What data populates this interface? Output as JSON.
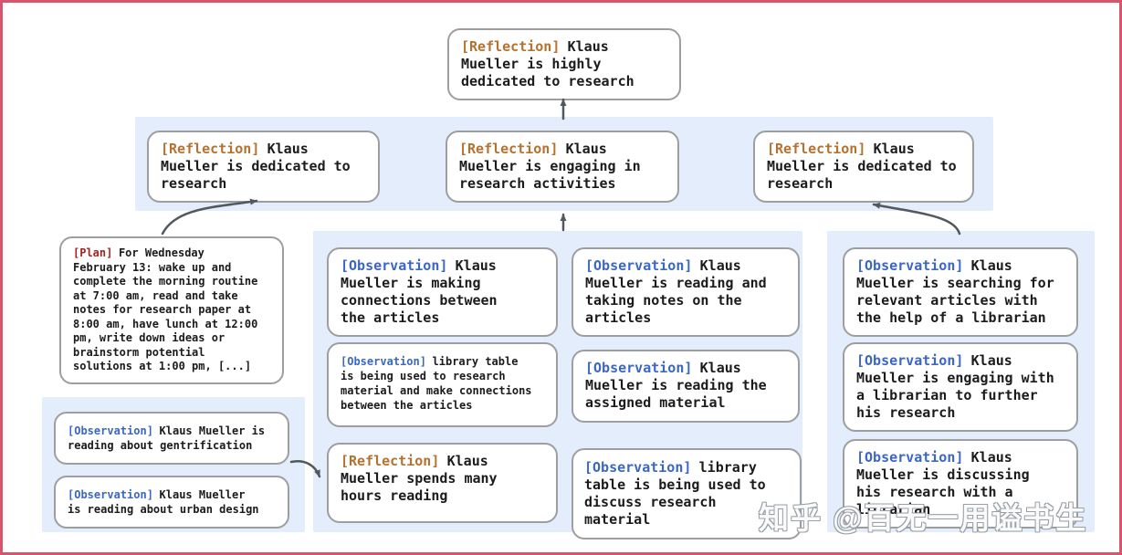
{
  "watermark": "知乎 @百无一用谥书生",
  "colors": {
    "frame_red": "#d6556a",
    "panel_blue": "#e3edfb",
    "node_border_gray": "#9e9e9e",
    "reflection_tag": "#b5722f",
    "observation_tag": "#3b66c4",
    "plan_tag": "#a0251f",
    "arrow_gray": "#53585d"
  },
  "nodes": {
    "root": {
      "tag": "[Reflection]",
      "text": "Klaus\nMueller is highly\ndedicated to research"
    },
    "l2_left": {
      "tag": "[Reflection]",
      "text": "Klaus\nMueller is dedicated to\nresearch"
    },
    "l2_mid": {
      "tag": "[Reflection]",
      "text": "Klaus\nMueller is engaging in\nresearch activities"
    },
    "l2_right": {
      "tag": "[Reflection]",
      "text": "Klaus\nMueller is dedicated to\nresearch"
    },
    "plan": {
      "tag": "[Plan]",
      "text": "For Wednesday\nFebruary 13: wake up and\ncomplete the morning routine\nat 7:00 am, read and take\nnotes for research paper at\n8:00 am, have lunch at 12:00\npm, write down ideas or\nbrainstorm potential\nsolutions at 1:00 pm, [...]"
    },
    "obs_gentrification": {
      "tag": "[Observation]",
      "text": "Klaus Mueller is\nreading about gentrification"
    },
    "obs_urban_design": {
      "tag": "[Observation]",
      "text": "Klaus Mueller\nis reading about urban design"
    },
    "obs_connections": {
      "tag": "[Observation]",
      "text": "Klaus\nMueller is making\nconnections between\nthe articles"
    },
    "obs_library_research": {
      "tag": "[Observation]",
      "text": "library table\nis being used to research\nmaterial and make connections\nbetween the articles"
    },
    "refl_hours_reading": {
      "tag": "[Reflection]",
      "text": "Klaus\nMueller spends many\nhours reading"
    },
    "obs_taking_notes": {
      "tag": "[Observation]",
      "text": "Klaus\nMueller is reading and\ntaking notes on the\narticles"
    },
    "obs_assigned_material": {
      "tag": "[Observation]",
      "text": "Klaus\nMueller is reading the\nassigned material"
    },
    "obs_library_discuss": {
      "tag": "[Observation]",
      "text": "library\ntable is being used to\ndiscuss research material"
    },
    "obs_searching_articles": {
      "tag": "[Observation]",
      "text": "Klaus\nMueller is searching for\nrelevant articles with\nthe help of a librarian"
    },
    "obs_engaging_librarian": {
      "tag": "[Observation]",
      "text": "Klaus\nMueller is engaging with\na librarian to further\nhis research"
    },
    "obs_discussing_librarian": {
      "tag": "[Observation]",
      "text": "Klaus\nMueller is discussing\nhis research with a\nlibrarian"
    }
  }
}
